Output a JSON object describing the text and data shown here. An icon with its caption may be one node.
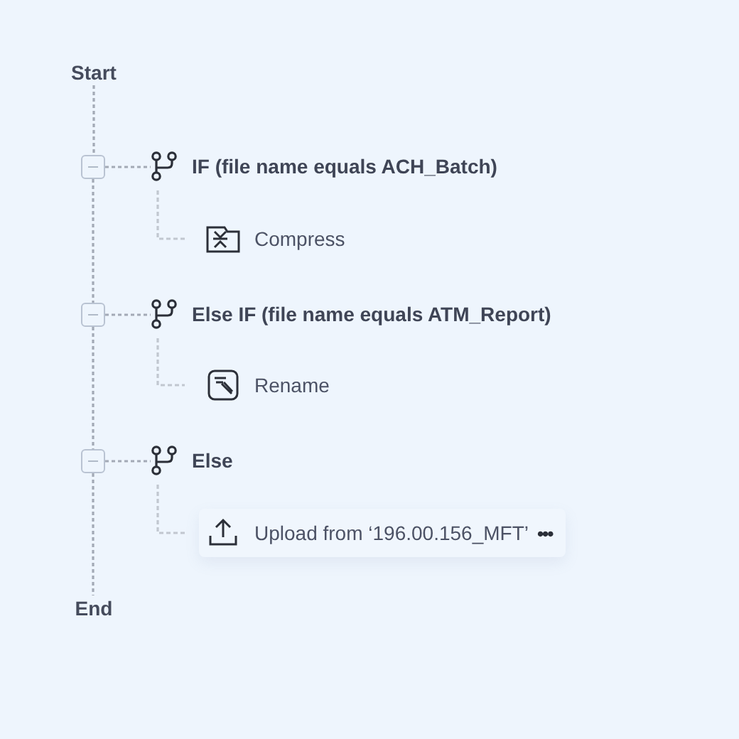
{
  "diagram": {
    "nodes": [
      {
        "text": [
          "Start"
        ]
      },
      {
        "text": [],
        "shape": "box"
      },
      {
        "text": [
          "IF (file name equals ACH_Batch)"
        ]
      },
      {
        "text": [
          "Compress"
        ]
      },
      {
        "text": [],
        "shape": "box"
      },
      {
        "text": [
          "Else IF (file name equals ATM_Report)"
        ]
      },
      {
        "text": [
          "Rename"
        ]
      },
      {
        "text": [],
        "shape": "box"
      },
      {
        "text": [
          "Else"
        ]
      },
      {
        "text": [
          "Upload from ‘196.00.156_MFT’",
          "•••"
        ]
      },
      {
        "text": [
          "End"
        ]
      }
    ],
    "edges": [
      {
        "from": 0,
        "to": 1,
        "arrow": "none",
        "style": "dashed"
      },
      {
        "from": 1,
        "to": 4,
        "arrow": "none",
        "style": "dashed"
      },
      {
        "from": 4,
        "to": 7,
        "arrow": "none",
        "style": "dashed"
      },
      {
        "from": 7,
        "to": 10,
        "arrow": "none",
        "style": "dashed"
      },
      {
        "from": 1,
        "to": 2,
        "arrow": "none",
        "style": "dashed"
      },
      {
        "from": 2,
        "to": 3,
        "arrow": "none",
        "style": "dashed"
      },
      {
        "from": 4,
        "to": 5,
        "arrow": "none",
        "style": "dashed"
      },
      {
        "from": 5,
        "to": 6,
        "arrow": "none",
        "style": "dashed"
      },
      {
        "from": 7,
        "to": 8,
        "arrow": "none",
        "style": "dashed"
      },
      {
        "from": 8,
        "to": 9,
        "arrow": "none",
        "style": "dashed"
      }
    ]
  }
}
